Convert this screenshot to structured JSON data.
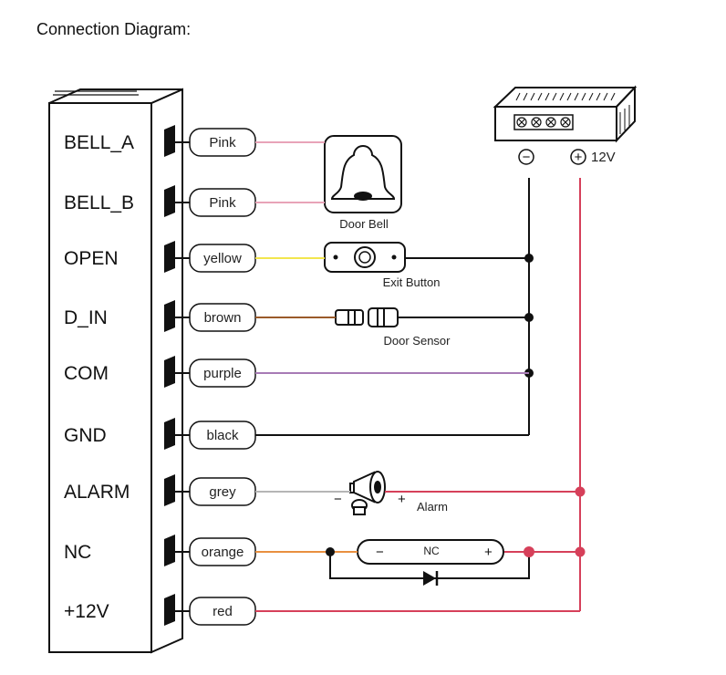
{
  "title": "Connection Diagram:",
  "terminals": [
    {
      "label": "BELL_A",
      "wire": "Pink",
      "color": "#e8a3b8"
    },
    {
      "label": "BELL_B",
      "wire": "Pink",
      "color": "#e8a3b8"
    },
    {
      "label": "OPEN",
      "wire": "yellow",
      "color": "#f2e64e"
    },
    {
      "label": "D_IN",
      "wire": "brown",
      "color": "#9a5a2a"
    },
    {
      "label": "COM",
      "wire": "purple",
      "color": "#a77bb5"
    },
    {
      "label": "GND",
      "wire": "black",
      "color": "#111111"
    },
    {
      "label": "ALARM",
      "wire": "grey",
      "color": "#b5b5b5"
    },
    {
      "label": "NC",
      "wire": "orange",
      "color": "#e99040"
    },
    {
      "label": "+12V",
      "wire": "red",
      "color": "#d6405a"
    }
  ],
  "devices": {
    "door_bell": "Door Bell",
    "exit_button": "Exit Button",
    "door_sensor": "Door Sensor",
    "alarm": "Alarm",
    "lock": "NC"
  },
  "power": {
    "minus": "−",
    "plus": "+",
    "voltage": "12V"
  },
  "symbols": {
    "alarm_minus": "−",
    "alarm_plus": "+",
    "lock_minus": "−",
    "lock_plus": "+"
  },
  "colors": {
    "negative": "#111111",
    "positive": "#d6405a"
  }
}
